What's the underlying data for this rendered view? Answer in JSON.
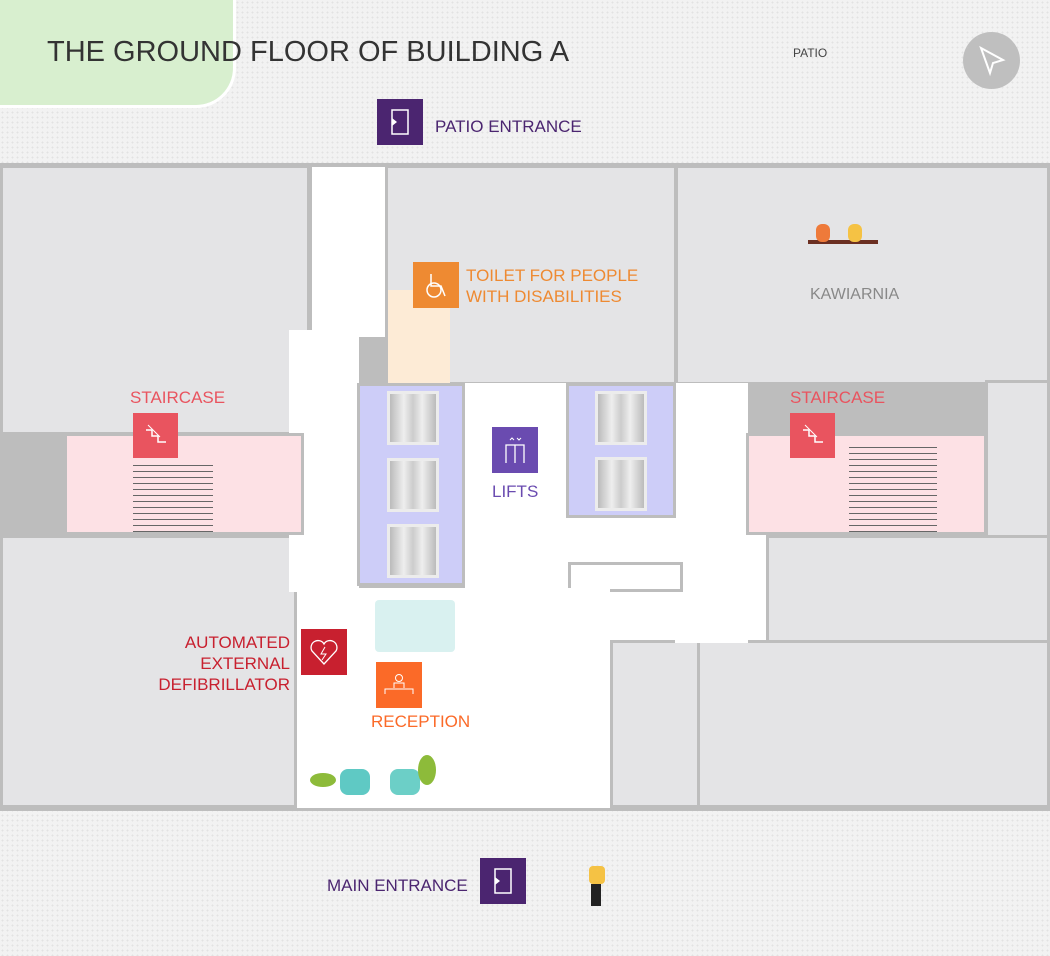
{
  "title": "THE GROUND FLOOR OF BUILDING A",
  "labels": {
    "patio": "PATIO",
    "patio_entrance": "PATIO ENTRANCE",
    "toilet_line1": "TOILET FOR PEOPLE",
    "toilet_line2": "WITH DISABILITIES",
    "kawiarnia": "KAWIARNIA",
    "staircase_left": "STAIRCASE",
    "staircase_right": "STAIRCASE",
    "lifts": "LIFTS",
    "aed_line1": "AUTOMATED",
    "aed_line2": "EXTERNAL",
    "aed_line3": "DEFIBRILLATOR",
    "reception": "RECEPTION",
    "main_entrance": "MAIN ENTRANCE"
  },
  "colors": {
    "purple": "#4b2570",
    "lifts_purple": "#6a4bb0",
    "orange": "#ee8a32",
    "red": "#e9545f",
    "aed_red": "#c8202f",
    "reception_orange": "#fb6a28"
  }
}
